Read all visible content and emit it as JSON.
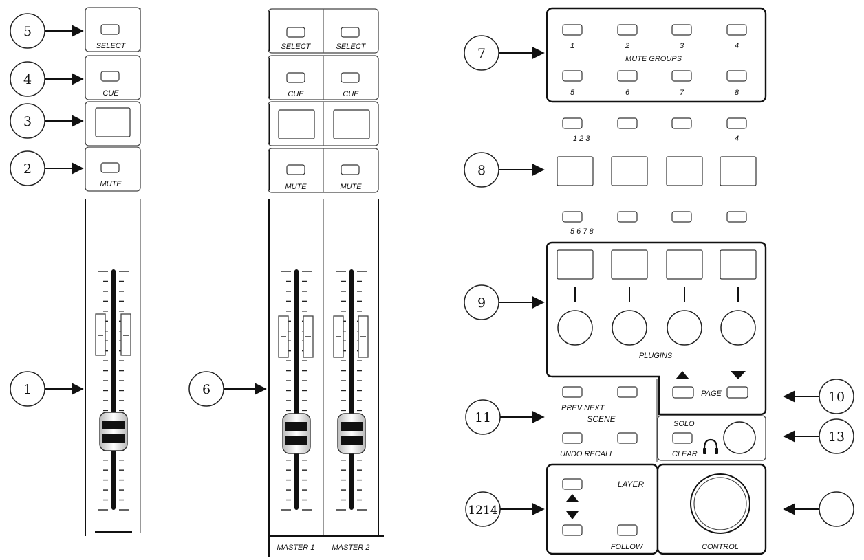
{
  "callouts": {
    "c1": "1",
    "c2": "2",
    "c3": "3",
    "c4": "4",
    "c5": "5",
    "c6": "6",
    "c7": "7",
    "c8": "8",
    "c9": "9",
    "c10": "10",
    "c11": "11",
    "c12": "1214",
    "c13": "13",
    "c15": ""
  },
  "channel": {
    "select_label": "SELECT",
    "cue_label": "CUE",
    "mute_label": "MUTE"
  },
  "masters": {
    "select_label": "SELECT",
    "cue_label": "CUE",
    "mute_label": "MUTE",
    "master1_label": "MASTER 1",
    "master2_label": "MASTER 2"
  },
  "mute_groups": {
    "title": "MUTE GROUPS",
    "top": [
      "1",
      "2",
      "3",
      "4"
    ],
    "bottom": [
      "5",
      "6",
      "7",
      "8"
    ]
  },
  "banks": {
    "top_label": "1 2 3",
    "top_right_label": "4",
    "bottom_label": "5 6 7 8"
  },
  "plugins": {
    "label": "PLUGINS"
  },
  "page": {
    "label": "PAGE"
  },
  "scene": {
    "prev_next": "PREV NEXT",
    "title": "SCENE",
    "undo_recall": "UNDO RECALL"
  },
  "solo": {
    "solo_label": "SOLO",
    "clear_label": "CLEAR"
  },
  "layer": {
    "title": "LAYER",
    "follow_label": "FOLLOW"
  },
  "control": {
    "label": "CONTROL"
  }
}
